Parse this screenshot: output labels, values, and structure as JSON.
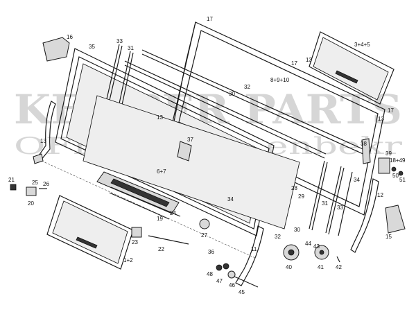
{
  "watermark": {
    "main": "KEMPER PARTS",
    "sub": "OFF ROAD...enbekr"
  },
  "callouts": {
    "c1_2": "1+2",
    "c3_4_5": "3+4+5",
    "c6_7": "6+7",
    "c8_9_10": "8+9+10",
    "c11": "11",
    "c12": "12",
    "c13a": "13",
    "c13b": "13",
    "c13c": "13",
    "c15": "15",
    "c16": "16",
    "c17a": "17",
    "c17b": "17",
    "c17c": "17",
    "c18_49": "18+49",
    "c19": "19",
    "c20": "20",
    "c21": "21",
    "c22": "22",
    "c23": "23",
    "c24": "24",
    "c25": "25",
    "c26": "26",
    "c27": "27",
    "c28": "28",
    "c29": "29",
    "c30a": "30",
    "c30b": "30",
    "c31a": "31",
    "c31b": "31",
    "c32a": "32",
    "c32b": "32",
    "c33a": "33",
    "c33b": "33",
    "c34a": "34",
    "c34b": "34",
    "c35": "35",
    "c36": "36",
    "c37": "37",
    "c38": "38",
    "c39": "39",
    "c40": "40",
    "c41": "41",
    "c42": "42",
    "c43": "43",
    "c44": "44",
    "c45": "45",
    "c46": "46",
    "c47": "47",
    "c48": "48",
    "c50": "50",
    "c51": "51"
  }
}
